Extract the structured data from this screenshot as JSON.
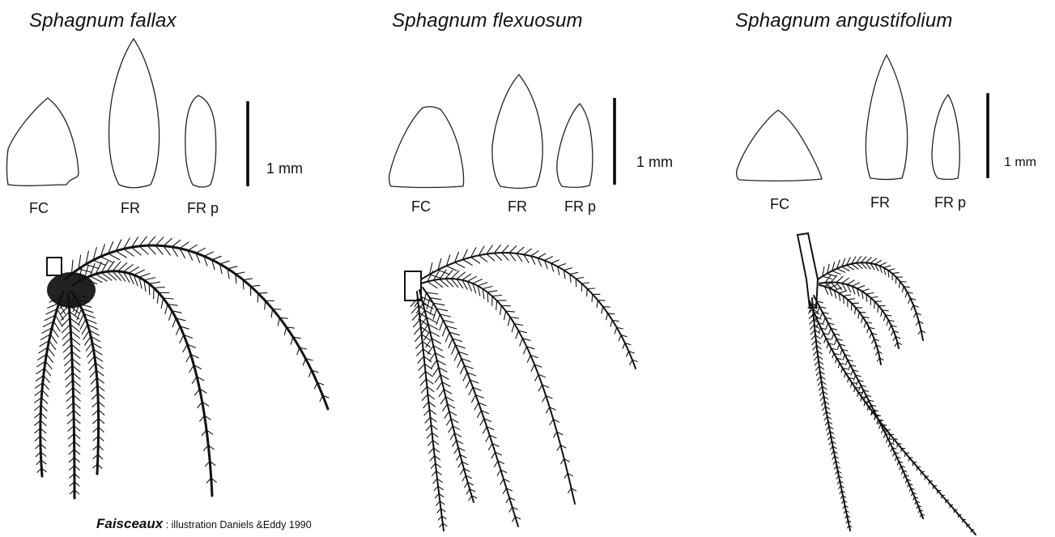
{
  "panels": [
    {
      "title": "Sphagnum fallax",
      "leaf_labels": [
        "FC",
        "FR",
        "FR p"
      ],
      "scale_label": "1 mm"
    },
    {
      "title": "Sphagnum flexuosum",
      "leaf_labels": [
        "FC",
        "FR",
        "FR p"
      ],
      "scale_label": "1 mm"
    },
    {
      "title": "Sphagnum angustifolium",
      "leaf_labels": [
        "FC",
        "FR",
        "FR p"
      ],
      "scale_label": "1 mm"
    }
  ],
  "caption": {
    "term": "Faisceaux",
    "text": " : illustration Daniels &Eddy 1990"
  }
}
